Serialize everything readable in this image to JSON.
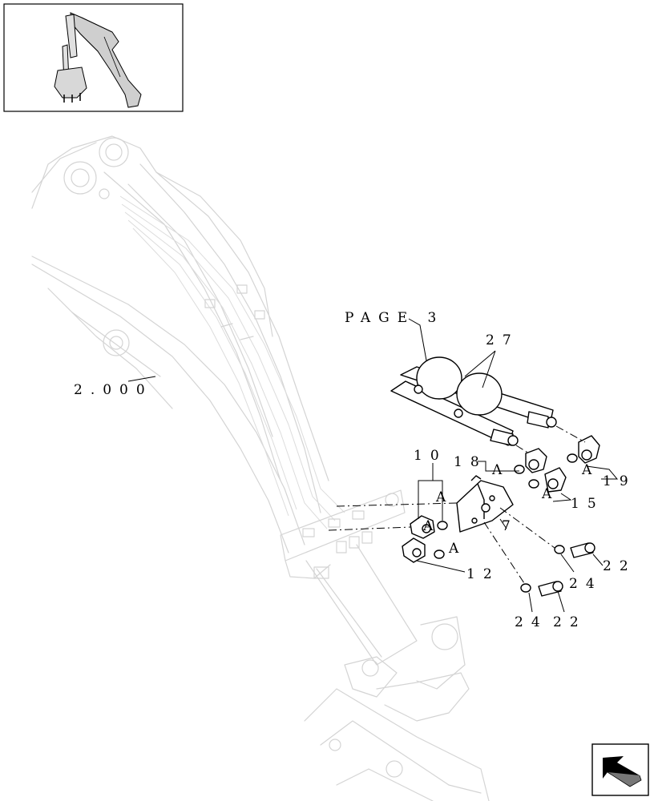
{
  "diagram": {
    "page_ref": "PAGE 3",
    "assembly_ref": "2.000",
    "callouts": [
      {
        "id": "27",
        "text": "27"
      },
      {
        "id": "10",
        "text": "10"
      },
      {
        "id": "18",
        "text": "18"
      },
      {
        "id": "19",
        "text": "19"
      },
      {
        "id": "15",
        "text": "15"
      },
      {
        "id": "7",
        "text": "7"
      },
      {
        "id": "12",
        "text": "12"
      },
      {
        "id": "24a",
        "text": "24"
      },
      {
        "id": "22a",
        "text": "22"
      },
      {
        "id": "24b",
        "text": "24"
      },
      {
        "id": "22b",
        "text": "22"
      }
    ],
    "detail_marks": [
      "A",
      "A",
      "A",
      "A",
      "A",
      "A"
    ]
  }
}
